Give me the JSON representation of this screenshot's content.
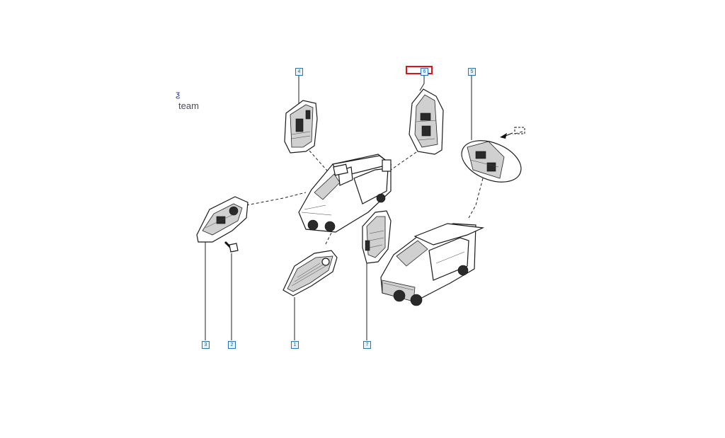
{
  "logo": {
    "mark": "ƺ",
    "text": "team"
  },
  "callouts": [
    {
      "id": "4",
      "label": "4"
    },
    {
      "id": "6",
      "label": "6",
      "selected": true
    },
    {
      "id": "5",
      "label": "5"
    },
    {
      "id": "3",
      "label": "3"
    },
    {
      "id": "2",
      "label": "2"
    },
    {
      "id": "1",
      "label": "1"
    },
    {
      "id": "7",
      "label": "7"
    }
  ],
  "arrow_marker": "[ ]",
  "colors": {
    "callout_border": "#2a74b8",
    "selected_frame": "#e0121a",
    "line": "#1a1a1a"
  }
}
